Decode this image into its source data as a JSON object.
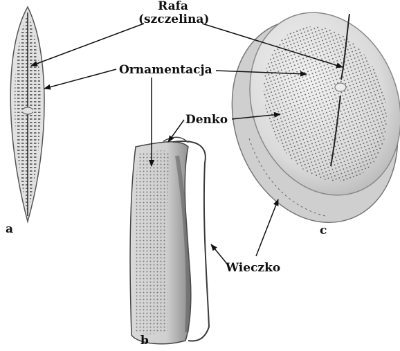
{
  "labels": {
    "raphe_line1": "Rafa",
    "raphe_line2": "(szczelina)",
    "ornamentation": "Ornamentacja",
    "valve": "Denko",
    "lid": "Wieczko",
    "letter_a": "a",
    "letter_b": "b",
    "letter_c": "c"
  },
  "colors": {
    "text": "#111111",
    "arrow": "#111111",
    "diatom_fill": "#e6e6e6",
    "diatom_shade": "#b9b9b9",
    "diatom_dark": "#5a5a5a",
    "pore": "#333333"
  }
}
